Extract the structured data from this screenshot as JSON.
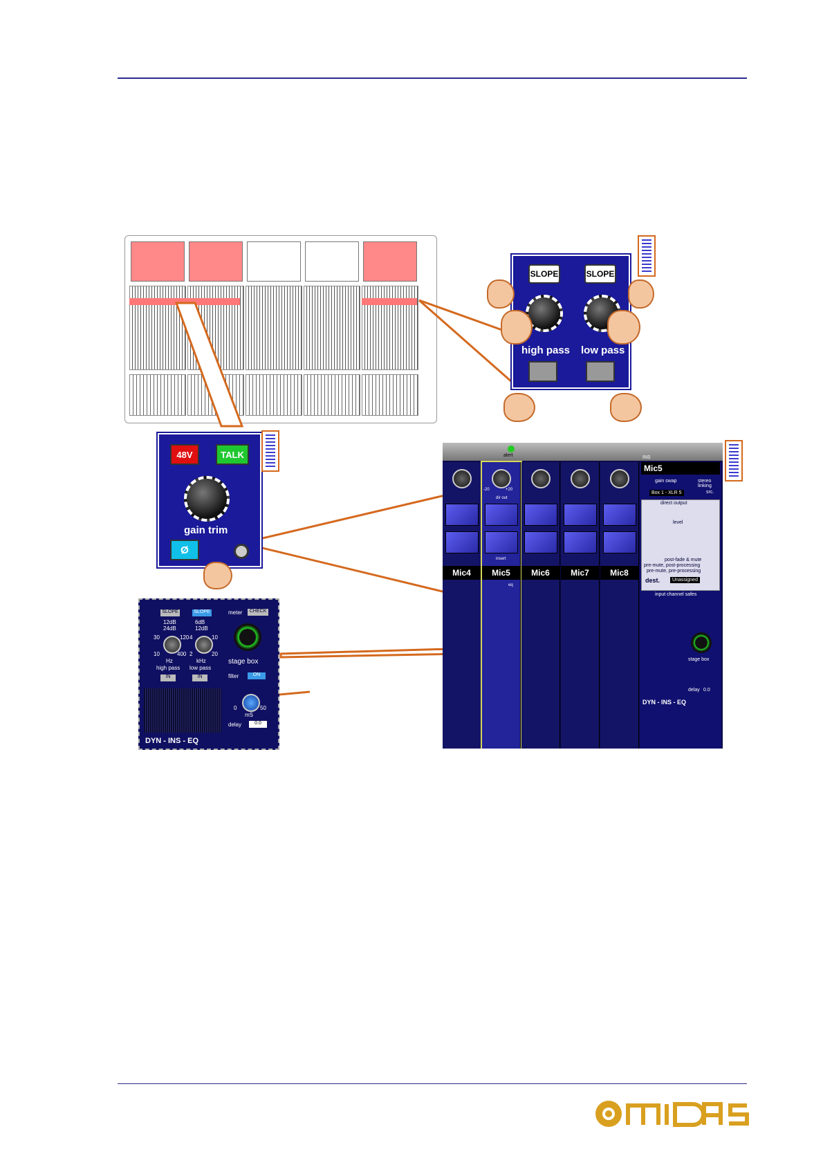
{
  "panels": {
    "filter": {
      "slope_left": "SLOPE",
      "slope_right": "SLOPE",
      "high_pass": "high pass",
      "low_pass": "low pass"
    },
    "input": {
      "phantom": "48V",
      "talk": "TALK",
      "gain_trim": "gain trim",
      "phase": "Ø"
    }
  },
  "screen": {
    "alert": "alert",
    "channels": [
      "Mic4",
      "Mic5",
      "Mic6",
      "Mic7",
      "Mic8"
    ],
    "selected_channel": "Mic5",
    "knob_scale_min": "-20",
    "knob_scale_max": "+20",
    "dir_out": "dir out",
    "insert": "insert",
    "eq": "eq",
    "sidebar": {
      "ins": "INS",
      "channel_name": "Mic5",
      "gain_swap": "gain swap",
      "stereo_linking": "stereo linking",
      "source": "Box 1 - XLR 5",
      "src": "src.",
      "direct_output": "direct output",
      "level": "level",
      "post_fade_mute": "post-fade & mute",
      "pre_mute_post": "pre-mute, post-processing",
      "pre_mute_pre": "pre-mute, pre-processing",
      "dest": "dest.",
      "dest_value": "Unassigned",
      "safes": "input channel safes",
      "stage_box": "stage box",
      "delay": "delay",
      "delay_value": "0.0",
      "footer": "DYN - INS - EQ"
    }
  },
  "zoom": {
    "slope_left": "SLOPE",
    "slope_right": "SLOPE",
    "hp_12": "12dB",
    "hp_24": "24dB",
    "lp_6": "6dB",
    "lp_12": "12dB",
    "hz": "Hz",
    "khz": "kHz",
    "high_pass": "high pass",
    "low_pass": "low pass",
    "in_left": "IN",
    "in_right": "IN",
    "hp_min": "10",
    "hp_low": "30",
    "hp_high": "120",
    "hp_max": "400",
    "lp_min": "2",
    "lp_low": "4",
    "lp_high": "10",
    "lp_max": "20",
    "meter": "meter",
    "check": "CHECK",
    "stage_box": "stage box",
    "filter": "filter",
    "filter_btn": "ON",
    "ms": "mS",
    "ms_min": "0",
    "ms_max": "50",
    "delay": "delay",
    "delay_value": "0.0",
    "footer": "DYN - INS - EQ"
  },
  "logo": "MIDAS",
  "colors": {
    "rule": "#2b2b8f",
    "panel_blue": "#1a1a9a",
    "callout": "#d4691e",
    "highlight": "#ff8888",
    "logo_gold": "#d9a020"
  }
}
